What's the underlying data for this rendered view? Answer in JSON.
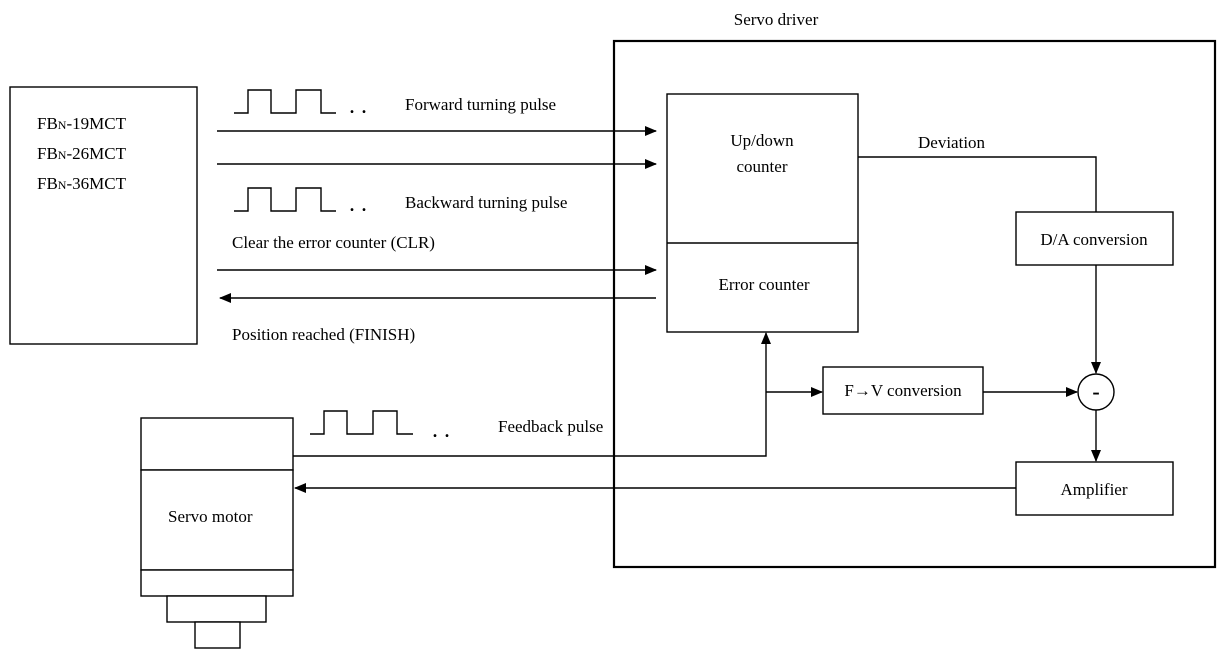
{
  "servo_driver": {
    "title": "Servo driver"
  },
  "plc": {
    "models": [
      {
        "prefix": "FB",
        "sub": "N",
        "suffix": "-19MCT"
      },
      {
        "prefix": "FB",
        "sub": "N",
        "suffix": "-26MCT"
      },
      {
        "prefix": "FB",
        "sub": "N",
        "suffix": "-36MCT"
      }
    ]
  },
  "signals": {
    "forward": "Forward turning pulse",
    "backward": "Backward turning pulse",
    "clear": "Clear the error counter (CLR)",
    "finish": "Position reached (FINISH)",
    "feedback": "Feedback pulse",
    "deviation": "Deviation"
  },
  "blocks": {
    "counter_line1": "Up/down",
    "counter_line2": "counter",
    "error_counter": "Error counter",
    "da": "D/A conversion",
    "fv_prefix": "F",
    "fv_arrow": "→",
    "fv_suffix": "V conversion",
    "summing_sign": "-",
    "amplifier": "Amplifier"
  },
  "motor": {
    "label": "Servo motor"
  },
  "pulse_dots": ". ."
}
